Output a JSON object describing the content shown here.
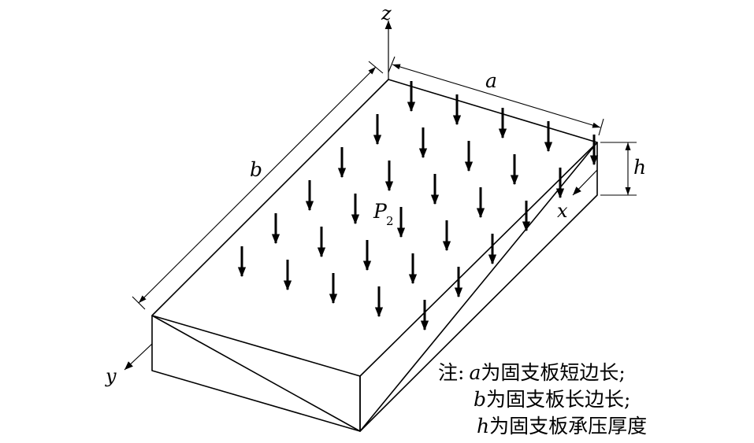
{
  "labels": {
    "axis_z": "z",
    "axis_x": "x",
    "axis_y": "y",
    "dim_a": "a",
    "dim_b": "b",
    "dim_h": "h",
    "load_symbol": "P",
    "load_subscript": "2"
  },
  "note": {
    "prefix": "注:",
    "lines": [
      {
        "var": "a",
        "text": "为固支板短边长;"
      },
      {
        "var": "b",
        "text": "为固支板长边长;"
      },
      {
        "var": "h",
        "text": "为固支板承压厚度"
      }
    ]
  },
  "load_arrows": {
    "rows": 6,
    "cols": 5
  }
}
